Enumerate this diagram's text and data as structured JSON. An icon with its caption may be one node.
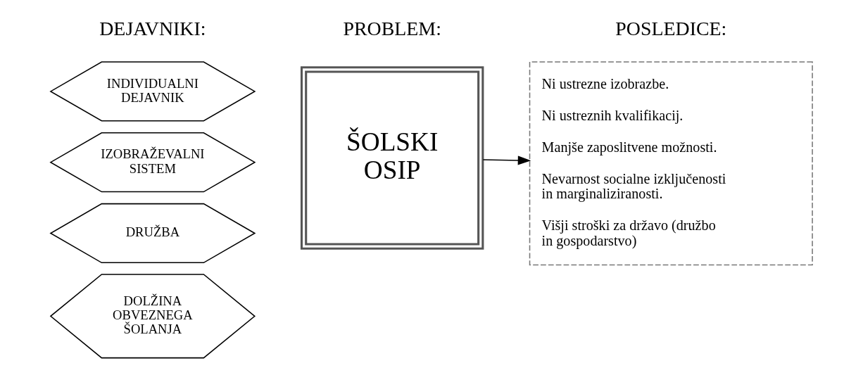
{
  "diagram": {
    "nodes": [
      {
        "text": [
          "INDIVIDUALNI DEJAVNIK"
        ]
      },
      {
        "text": [
          "IZOBRAŽEVALNI SISTEM"
        ]
      },
      {
        "text": [
          "DRUŽBA"
        ]
      },
      {
        "text": [
          "DOLŽINA OBVEZNEGA ŠOLANJA"
        ]
      },
      {
        "text": [
          "ŠOLSKI OSIP"
        ]
      },
      {
        "text": [
          "Ni ustrezne izobrazbe.",
          "Ni ustreznih kvalifikacij.",
          "Manjše zaposlitvene možnosti.",
          "Nevarnost socialne izključenosti in marginaliziranosti.",
          "Višji stroški za državo (družbo in gospodarstvo)"
        ]
      }
    ],
    "edges": [
      {
        "from": 4,
        "to": 5,
        "arrow": "to"
      }
    ],
    "labels": [
      "DEJAVNIKI:",
      "PROBLEM:",
      "POSLEDICE:"
    ]
  }
}
